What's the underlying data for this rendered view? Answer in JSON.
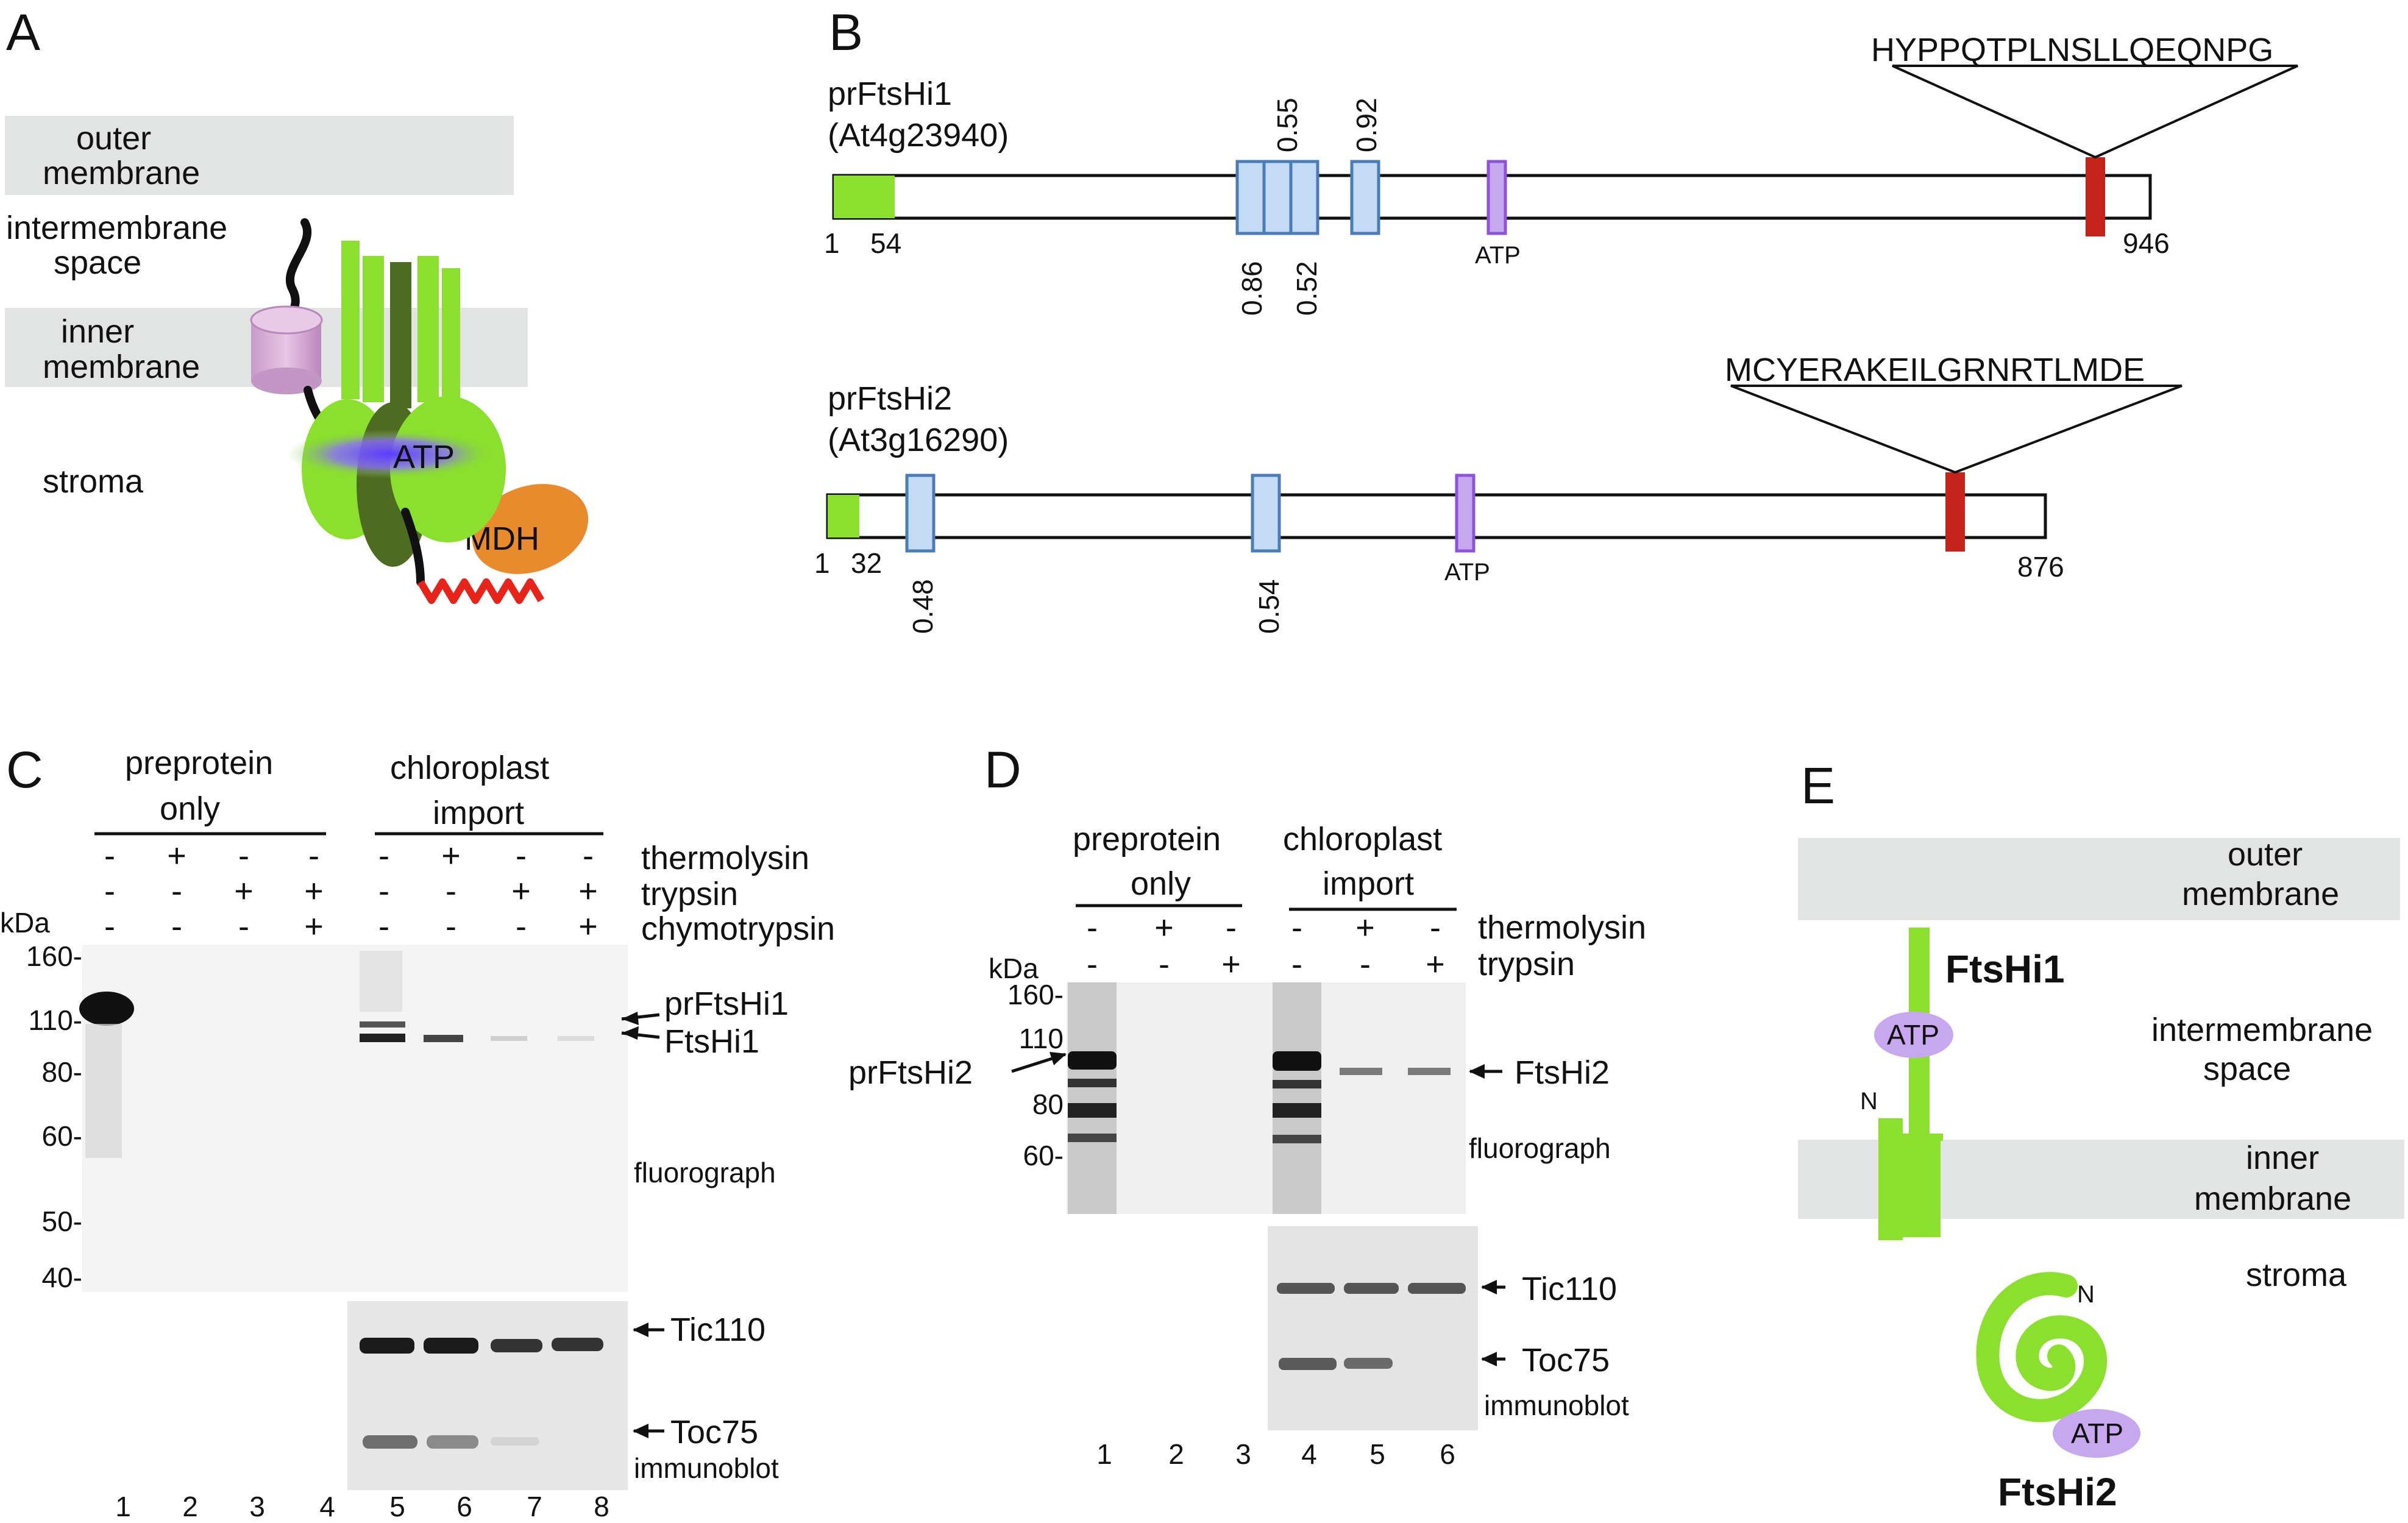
{
  "panels": {
    "A": {
      "letter": "A",
      "outer_membrane": [
        "outer",
        "membrane"
      ],
      "intermembrane_space": [
        "intermembrane",
        "space"
      ],
      "inner_membrane": [
        "inner",
        "membrane"
      ],
      "stroma": "stroma",
      "atp": "ATP",
      "mdh": "MDH"
    },
    "B": {
      "letter": "B",
      "protein1": {
        "name": "prFtsHi1",
        "locus": "(At4g23940)",
        "start": "1",
        "transit_end": "54",
        "end": "946",
        "tm_scores_top": [
          "0.55",
          "0.92"
        ],
        "tm_scores_bottom": [
          "0.86",
          "0.52"
        ],
        "atp": "ATP",
        "insert_sequence": "HYPPQTPLNSLLQEQNPG"
      },
      "protein2": {
        "name": "prFtsHi2",
        "locus": "(At3g16290)",
        "start": "1",
        "transit_end": "32",
        "end": "876",
        "tm_scores_bottom": [
          "0.48",
          "0.54"
        ],
        "atp": "ATP",
        "insert_sequence": "MCYERAKEILGRNRTLMDE"
      }
    },
    "C": {
      "letter": "C",
      "group1": [
        "preprotein",
        "only"
      ],
      "group2": [
        "chloroplast",
        "import"
      ],
      "treatments": [
        "thermolysin",
        "trypsin",
        "chymotrypsin"
      ],
      "treatment_signs": [
        [
          "-",
          "+",
          "-",
          "-",
          "-",
          "+",
          "-",
          "-"
        ],
        [
          "-",
          "-",
          "+",
          "+",
          "-",
          "-",
          "+",
          "+"
        ],
        [
          "-",
          "-",
          "-",
          "+",
          "-",
          "-",
          "-",
          "+"
        ]
      ],
      "kda": "kDa",
      "markers": [
        "160-",
        "110-",
        "80-",
        "60-",
        "50-",
        "40-"
      ],
      "bands": [
        "prFtsHi1",
        "FtsHi1"
      ],
      "fluorograph": "fluorograph",
      "immuno_bands": [
        "Tic110",
        "Toc75"
      ],
      "immunoblot": "immunoblot",
      "lanes": [
        "1",
        "2",
        "3",
        "4",
        "5",
        "6",
        "7",
        "8"
      ]
    },
    "D": {
      "letter": "D",
      "group1": [
        "preprotein",
        "only"
      ],
      "group2": [
        "chloroplast",
        "import"
      ],
      "treatments": [
        "thermolysin",
        "trypsin"
      ],
      "treatment_signs": [
        [
          "-",
          "+",
          "-",
          "-",
          "+",
          "-"
        ],
        [
          "-",
          "-",
          "+",
          "-",
          "-",
          "+"
        ]
      ],
      "kda": "kDa",
      "markers": [
        "160-",
        "110",
        "80",
        "60-"
      ],
      "precursor": "prFtsHi2",
      "mature": "FtsHi2",
      "fluorograph": "fluorograph",
      "immuno_bands": [
        "Tic110",
        "Toc75"
      ],
      "immunoblot": "immunoblot",
      "lanes": [
        "1",
        "2",
        "3",
        "4",
        "5",
        "6"
      ]
    },
    "E": {
      "letter": "E",
      "outer_membrane": [
        "outer",
        "membrane"
      ],
      "protein1": "FtsHi1",
      "intermembrane_space": [
        "intermembrane",
        "space"
      ],
      "inner_membrane": [
        "inner",
        "membrane"
      ],
      "stroma": "stroma",
      "n1": "N",
      "n2": "N",
      "atp": "ATP",
      "protein2": "FtsHi2"
    }
  },
  "colors": {
    "membrane_gray": "#e2e4e3",
    "green": "#8ae02c",
    "tm_blue": "#c3dcf3",
    "atp_purple": "#c7a8ee",
    "insert_red": "#c4231a",
    "mdh_orange": "#e98a2d"
  }
}
